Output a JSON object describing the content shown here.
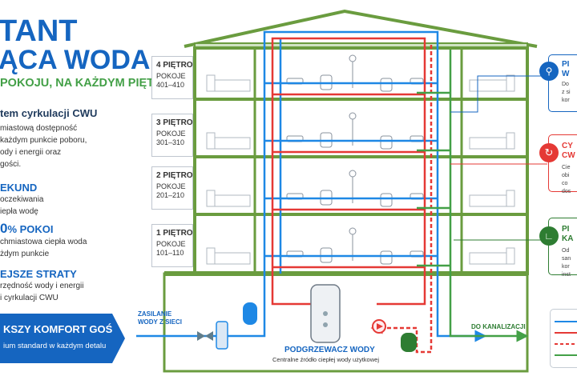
{
  "header": {
    "title_line1": "TANT",
    "title_line2": "ĄCA WODA",
    "subtitle": "POKOJU, NA KAŻDYM PIĘTRZE"
  },
  "left_panel": {
    "heading": "tem cyrkulacji CWU",
    "desc": [
      "miastową dostępność",
      "każdym punkcie poboru,",
      "ody i energii oraz",
      "gości."
    ],
    "stat1": {
      "value": "EKUND",
      "text": [
        "oczekiwania",
        "iepła wodę"
      ]
    },
    "stat2": {
      "value": "0",
      "suffix": "% POKOI",
      "text": [
        "chmiastowa ciepła woda",
        "żdym punkcie"
      ]
    },
    "stat3": {
      "value": "EJSZE STRATY",
      "text": [
        "rzędność wody i energii",
        "i cyrkulacji CWU"
      ]
    },
    "banner": {
      "title": "KSZY KOMFORT GOŚCI",
      "text": "ium standard w każdym detalu"
    }
  },
  "floors": [
    {
      "name": "4 PIĘTRO",
      "rooms_label": "POKOJE",
      "rooms": "401–410"
    },
    {
      "name": "3 PIĘTRO",
      "rooms_label": "POKOJE",
      "rooms": "301–310"
    },
    {
      "name": "2 PIĘTRO",
      "rooms_label": "POKOJE",
      "rooms": "201–210"
    },
    {
      "name": "1 PIĘTRO",
      "rooms_label": "POKOJE",
      "rooms": "101–110"
    }
  ],
  "basement": {
    "supply_label": [
      "ZASILANIE",
      "WODY Z SIECI"
    ],
    "heater_title": "PODGRZEWACZ WODY",
    "heater_sub": "Centralne źródło ciepłej wody użytkowej",
    "drain_label": "DO KANALIZACJI"
  },
  "right_cards": [
    {
      "title": [
        "PI",
        "W"
      ],
      "text": [
        "Do",
        "z si",
        "kor"
      ],
      "color": "#1565c0",
      "icon": "tap-valve-icon"
    },
    {
      "title": [
        "CY",
        "CW"
      ],
      "text": [
        "Cie",
        "obi",
        "co",
        "dos"
      ],
      "color": "#e53935",
      "icon": "circulation-icon"
    },
    {
      "title": [
        "PI",
        "KA"
      ],
      "text": [
        "Od",
        "san",
        "kor",
        "inst"
      ],
      "color": "#2e7d32",
      "icon": "pipe-icon"
    }
  ],
  "colors": {
    "hot": "#e53935",
    "cold": "#1e88e5",
    "drain": "#43a047",
    "structure": "#6a9c3f",
    "brand": "#1565c0"
  }
}
